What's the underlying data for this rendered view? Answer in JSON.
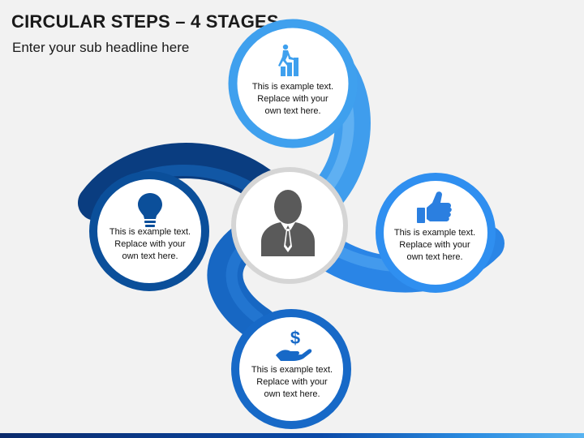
{
  "slide": {
    "title": "CIRCULAR STEPS – 4 STAGES",
    "subtitle": "Enter your sub headline here"
  },
  "stages": [
    {
      "position": "top",
      "icon": "stairs-climber-icon",
      "text": "This is example text.\nReplace with your\nown text here."
    },
    {
      "position": "right",
      "icon": "thumbs-up-icon",
      "text": "This is example text.\nReplace with your\nown text here."
    },
    {
      "position": "bottom",
      "icon": "dollar-hand-icon",
      "text": "This is example text.\nReplace with your\nown text here."
    },
    {
      "position": "left",
      "icon": "lightbulb-icon",
      "text": "This is example text.\nReplace with your\nown text here."
    }
  ],
  "center": {
    "icon": "businessman-icon"
  },
  "colors": {
    "top": "#3fa0ee",
    "right": "#2b86e8",
    "bottom": "#1769c7",
    "left": "#0b4f9a",
    "center_ring": "#cfcfcf",
    "icon_gray": "#5a5a5a"
  }
}
